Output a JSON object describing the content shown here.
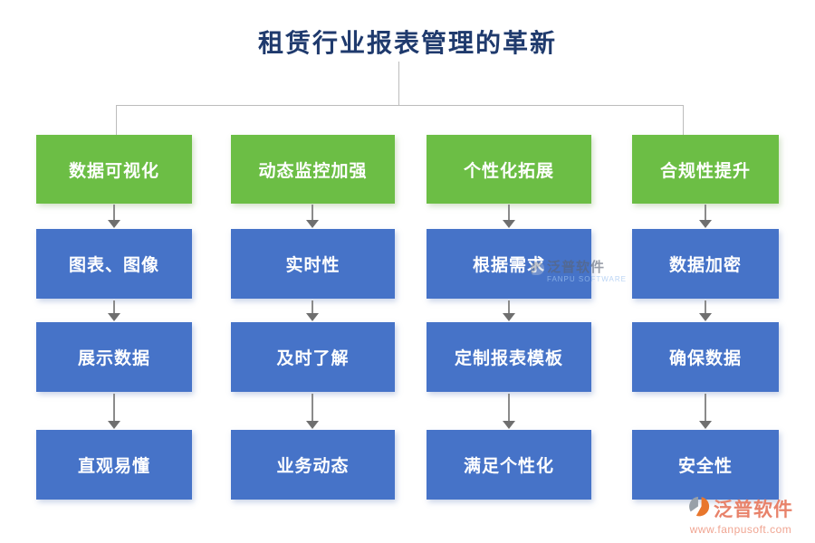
{
  "title": "租赁行业报表管理的革新",
  "columns": [
    {
      "header": "数据可视化",
      "items": [
        "图表、图像",
        "展示数据",
        "直观易懂"
      ]
    },
    {
      "header": "动态监控加强",
      "items": [
        "实时性",
        "及时了解",
        "业务动态"
      ]
    },
    {
      "header": "个性化拓展",
      "items": [
        "根据需求",
        "定制报表模板",
        "满足个性化"
      ]
    },
    {
      "header": "合规性提升",
      "items": [
        "数据加密",
        "确保数据",
        "安全性"
      ]
    }
  ],
  "watermark": {
    "text": "泛普软件",
    "subtext": "FANPU SOFTWARE"
  },
  "brand": {
    "name": "泛普软件",
    "url": "www.fanpusoft.com"
  },
  "colors": {
    "header_green": "#6cbe45",
    "item_blue": "#4673c8",
    "title_navy": "#1f3a6d",
    "connector_gray": "#bcbcbc",
    "arrow_gray": "#8b8b8b",
    "brand_coral": "#e8826a"
  }
}
